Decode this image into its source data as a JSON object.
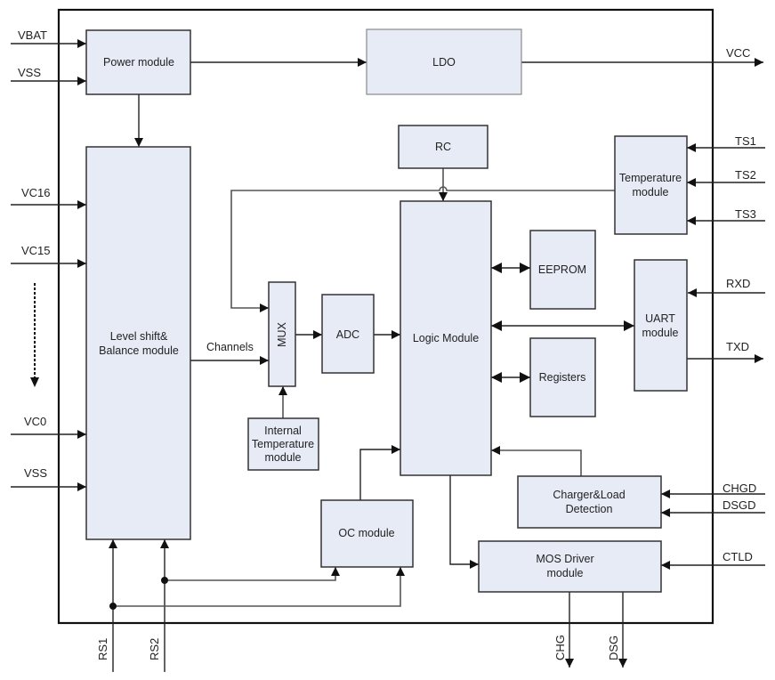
{
  "diagram": {
    "blocks": {
      "power": "Power module",
      "ldo": "LDO",
      "rc": "RC",
      "temperature": [
        "Temperature",
        "module"
      ],
      "level_shift": [
        "Level shift&",
        "Balance module"
      ],
      "mux": "MUX",
      "adc": "ADC",
      "logic": "Logic Module",
      "eeprom": "EEPROM",
      "registers": "Registers",
      "uart": [
        "UART",
        "module"
      ],
      "internal_temp": [
        "Internal",
        "Temperature",
        "module"
      ],
      "oc": "OC module",
      "charger": [
        "Charger&Load",
        "Detection"
      ],
      "mos": [
        "MOS Driver",
        "module"
      ]
    },
    "labels": {
      "channels": "Channels"
    },
    "pins": {
      "vbat": "VBAT",
      "vss_top": "VSS",
      "vc16": "VC16",
      "vc15": "VC15",
      "vc0": "VC0",
      "vss_bottom": "VSS",
      "vcc": "VCC",
      "ts1": "TS1",
      "ts2": "TS2",
      "ts3": "TS3",
      "rxd": "RXD",
      "txd": "TXD",
      "chgd": "CHGD",
      "dsgd": "DSGD",
      "ctld": "CTLD",
      "rs1": "RS1",
      "rs2": "RS2",
      "chg": "CHG",
      "dsg": "DSG"
    }
  }
}
